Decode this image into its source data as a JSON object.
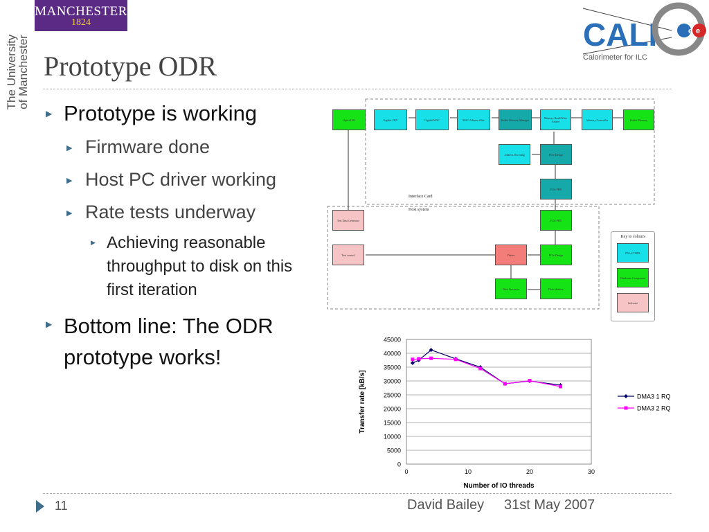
{
  "logo": {
    "manchester_line1": "MANCHESTER",
    "manchester_line2": "1824",
    "calice_tagline": "Calorimeter for ILC",
    "calice_text": "CALICE"
  },
  "side_text": {
    "line1": "The University",
    "line2": "of Manchester"
  },
  "title": "Prototype ODR",
  "bullets": {
    "b1": "Prototype is working",
    "b1_1": "Firmware done",
    "b1_2": "Host PC driver working",
    "b1_3": "Rate tests underway",
    "b1_3_1_line1": "Achieving reasonable",
    "b1_3_1_line2": "throughput to disk on this",
    "b1_3_1_line3": "first iteration",
    "b2_line1": "Bottom line: The ODR",
    "b2_line2": "prototype works!"
  },
  "diagram": {
    "interface_card_label": "Interface Card",
    "host_system_label": "Host system",
    "key_title": "Key to colours",
    "key_items": [
      "FPGA/VHDL",
      "Hardware Component",
      "Software"
    ],
    "blocks": {
      "optical_io": "Optical I/O",
      "gigabit_phy": "Gigabit PHY",
      "gigabit_mac": "Gigabit MAC",
      "mac_address_filter": "MAC Address filter",
      "buffer_memory_manager": "Buffer Memory Manager",
      "memory_rw_arbiter": "Memory Read/Write Arbiter",
      "memory_controller": "Memory Controller",
      "buffer_memory": "Buffer Memory",
      "address_decoding": "Address Decoding",
      "pcie_design": "PCIe Design",
      "pcie_phy": "PCIe PHY",
      "pcie_phy_host": "PCIe PHY",
      "test_data_generator": "Test Data Generator",
      "test_control": "Test control",
      "driver": "Driver",
      "pcie_design_host": "PCIe Design",
      "data_processor": "Data Processor",
      "data_monitor": "Data Monitor"
    }
  },
  "chart_data": {
    "type": "line",
    "xlabel": "Number of IO threads",
    "ylabel": "Transfer rate [kB/s]",
    "xlim": [
      0,
      30
    ],
    "ylim": [
      0,
      45000
    ],
    "xticks": [
      0,
      10,
      20,
      30
    ],
    "yticks": [
      0,
      5000,
      10000,
      15000,
      20000,
      25000,
      30000,
      35000,
      40000,
      45000
    ],
    "grid": true,
    "legend_position": "right",
    "series": [
      {
        "name": "DMA3 1 RQ",
        "color": "#000066",
        "marker": "diamond",
        "x": [
          1,
          2,
          4,
          8,
          12,
          16,
          20,
          25
        ],
        "y": [
          36500,
          37500,
          41200,
          38000,
          35000,
          29000,
          30000,
          28500
        ]
      },
      {
        "name": "DMA3 2 RQ",
        "color": "#ff00ff",
        "marker": "square",
        "x": [
          1,
          2,
          4,
          8,
          12,
          16,
          20,
          25
        ],
        "y": [
          37800,
          38000,
          38200,
          37800,
          34500,
          29000,
          30100,
          28000
        ]
      }
    ]
  },
  "footer": {
    "page_number": "11",
    "author": "David Bailey",
    "date": "31st May 2007"
  }
}
